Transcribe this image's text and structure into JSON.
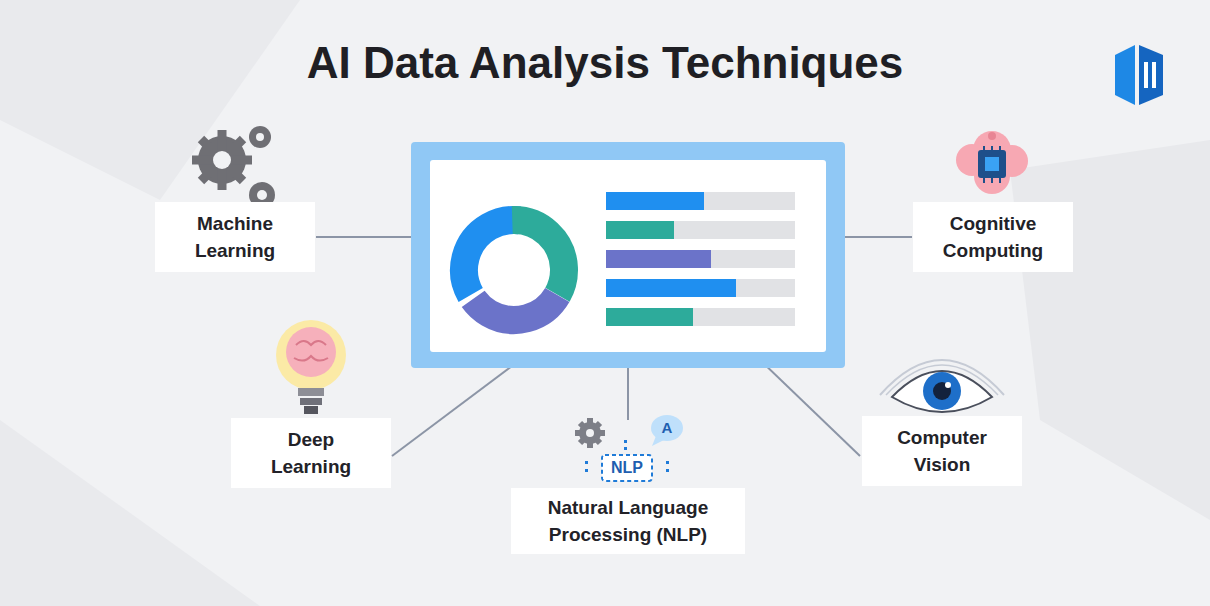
{
  "diagram": {
    "title": "AI Data Analysis Techniques",
    "nodes": [
      {
        "text": [
          "Machine Learning"
        ]
      },
      {
        "text": [
          "Cognitive Computing"
        ]
      },
      {
        "text": [
          "Deep Learning"
        ]
      },
      {
        "text": [
          "Computer Vision"
        ]
      },
      {
        "text": [
          "Natural Language Processing (NLP)"
        ]
      }
    ],
    "labels": [
      "NLP",
      "A"
    ]
  }
}
